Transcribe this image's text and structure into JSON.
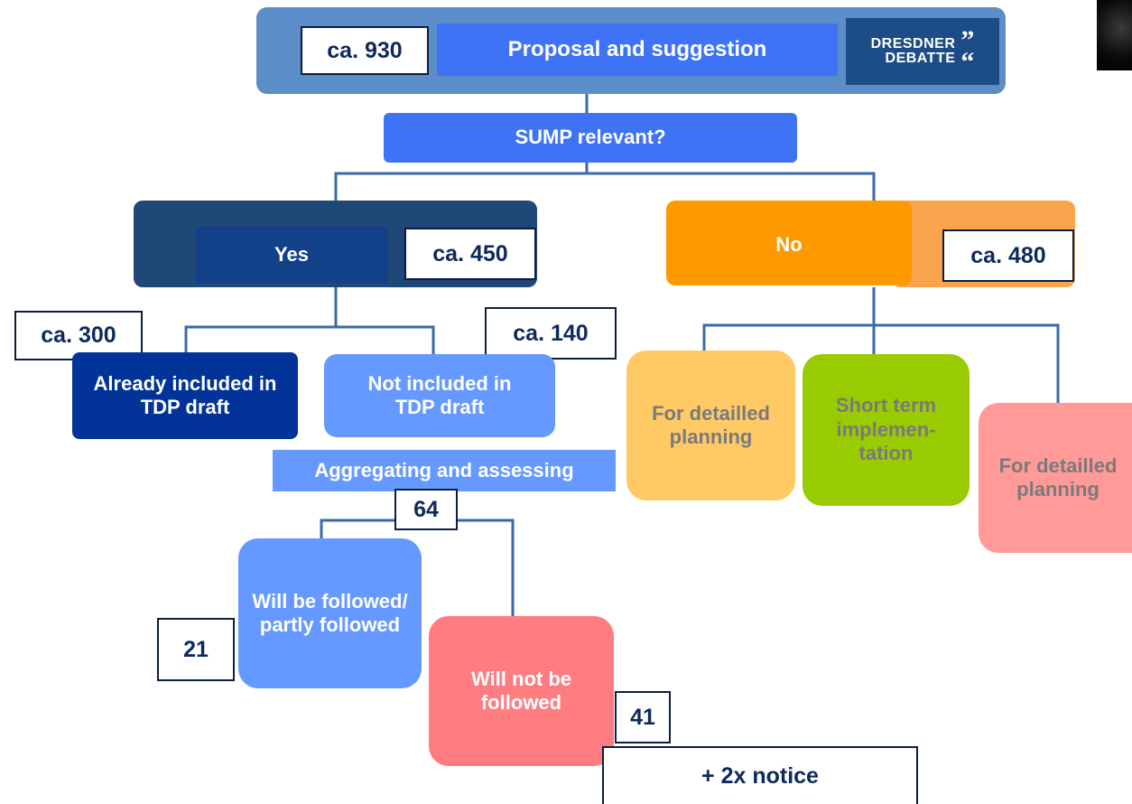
{
  "diagram": {
    "top": {
      "label": "Proposal and suggestion",
      "count": "ca. 930"
    },
    "logo": {
      "line1": "DRESDNER",
      "line2": "DEBATTE",
      "quote_open": "”",
      "quote_close": "“"
    },
    "decision": {
      "label": "SUMP relevant?"
    },
    "yes": {
      "label": "Yes",
      "count": "ca. 450"
    },
    "no": {
      "label": "No",
      "count": "ca. 480"
    },
    "already_included": {
      "label": "Already included in TDP draft",
      "count": "ca. 300"
    },
    "not_included": {
      "label": "Not included in TDP draft",
      "count": "ca. 140"
    },
    "aggregating": {
      "label": "Aggregating and assessing",
      "count": "64"
    },
    "followed": {
      "label": "Will be followed/ partly followed",
      "count": "21"
    },
    "not_followed": {
      "label": "Will not be followed",
      "count": "41"
    },
    "notice": {
      "label": "+ 2x notice"
    },
    "no_branches": [
      {
        "label": "For detailled planning",
        "color": "#ffca66"
      },
      {
        "label": "Short term implemen-tation",
        "color": "#99cc00"
      },
      {
        "label": "For detailled planning",
        "color": "#ff9a98"
      }
    ]
  },
  "colors": {
    "top_frame": "#5b8ec8",
    "primary_blue": "#3f73f5",
    "dark_navy": "#1f4777",
    "navy": "#013399",
    "light_blue": "#6699ff",
    "orange": "#ff9900",
    "orange_light": "#f7a44c",
    "salmon": "#ff7c80",
    "connector": "#3a6aa8"
  }
}
